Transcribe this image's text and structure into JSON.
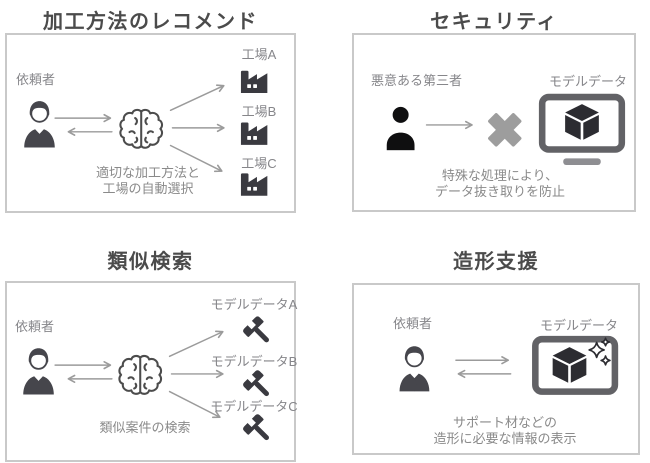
{
  "colors": {
    "title_text": "#4b4b4b",
    "label_text": "#86868a",
    "box_border": "#c9c9c9",
    "icon_dark": "#3a3a40",
    "person_suit": "#46464c",
    "person_black": "#0f0f10",
    "arrow": "#9b9b9b",
    "x_mark": "#9d9d9d",
    "monitor_frame": "#626266",
    "monitor_stand": "#8e8e92"
  },
  "icons": {
    "requester": "business-person-icon",
    "ai": "brain-icon",
    "factory": "factory-icon",
    "attacker": "person-silhouette-icon",
    "block": "x-mark-icon",
    "model_data": "monitor-cube-icon",
    "model_item": "hammer-icon",
    "model_support": "monitor-cube-sparkle-icon"
  },
  "panels": {
    "recommend": {
      "title": "加工方法のレコメンド",
      "requester_label": "依頼者",
      "caption_line1": "適切な加工方法と",
      "caption_line2": "工場の自動選択",
      "targets": [
        {
          "label": "工場A"
        },
        {
          "label": "工場B"
        },
        {
          "label": "工場C"
        }
      ]
    },
    "security": {
      "title": "セキュリティ",
      "attacker_label": "悪意ある第三者",
      "model_label": "モデルデータ",
      "caption_line1": "特殊な処理により、",
      "caption_line2": "データ抜き取りを防止"
    },
    "similar": {
      "title": "類似検索",
      "requester_label": "依頼者",
      "caption": "類似案件の検索",
      "targets": [
        {
          "label": "モデルデータA"
        },
        {
          "label": "モデルデータB"
        },
        {
          "label": "モデルデータC"
        }
      ]
    },
    "support": {
      "title": "造形支援",
      "requester_label": "依頼者",
      "model_label": "モデルデータ",
      "caption_line1": "サポート材などの",
      "caption_line2": "造形に必要な情報の表示"
    }
  }
}
